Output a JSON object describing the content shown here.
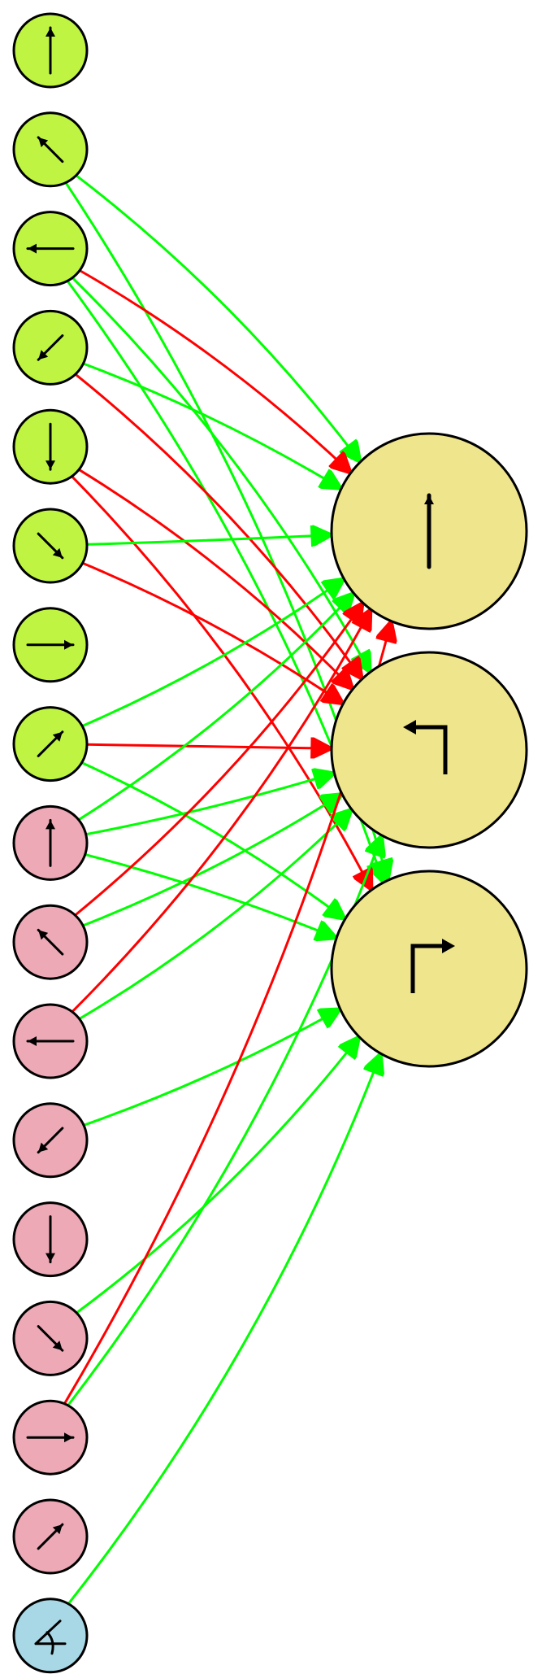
{
  "colors": {
    "background": "#ffffff",
    "green_input": "#bff542",
    "pink_input": "#eda9b6",
    "blue_input": "#a8d8e6",
    "output": "#efe58c",
    "edge_positive": "#00ff00",
    "edge_negative": "#ff0000",
    "outline": "#000000"
  },
  "inputs": [
    {
      "id": "g0",
      "group": "green",
      "icon": "arrow-up-icon"
    },
    {
      "id": "g1",
      "group": "green",
      "icon": "arrow-up-left-icon"
    },
    {
      "id": "g2",
      "group": "green",
      "icon": "arrow-left-icon"
    },
    {
      "id": "g3",
      "group": "green",
      "icon": "arrow-down-left-icon"
    },
    {
      "id": "g4",
      "group": "green",
      "icon": "arrow-down-icon"
    },
    {
      "id": "g5",
      "group": "green",
      "icon": "arrow-down-right-icon"
    },
    {
      "id": "g6",
      "group": "green",
      "icon": "arrow-right-icon"
    },
    {
      "id": "g7",
      "group": "green",
      "icon": "arrow-up-right-icon"
    },
    {
      "id": "p0",
      "group": "pink",
      "icon": "arrow-up-icon"
    },
    {
      "id": "p1",
      "group": "pink",
      "icon": "arrow-up-left-icon"
    },
    {
      "id": "p2",
      "group": "pink",
      "icon": "arrow-left-icon"
    },
    {
      "id": "p3",
      "group": "pink",
      "icon": "arrow-down-left-icon"
    },
    {
      "id": "p4",
      "group": "pink",
      "icon": "arrow-down-icon"
    },
    {
      "id": "p5",
      "group": "pink",
      "icon": "arrow-down-right-icon"
    },
    {
      "id": "p6",
      "group": "pink",
      "icon": "arrow-right-icon"
    },
    {
      "id": "p7",
      "group": "pink",
      "icon": "arrow-up-right-icon"
    },
    {
      "id": "b0",
      "group": "blue",
      "icon": "angle-icon"
    }
  ],
  "outputs": [
    {
      "id": "o0",
      "icon": "straight-up-icon"
    },
    {
      "id": "o1",
      "icon": "turn-left-icon"
    },
    {
      "id": "o2",
      "icon": "turn-right-icon"
    }
  ],
  "edges": [
    {
      "from": "g1",
      "to": "o0",
      "sign": "positive"
    },
    {
      "from": "g1",
      "to": "o2",
      "sign": "positive"
    },
    {
      "from": "g2",
      "to": "o0",
      "sign": "negative"
    },
    {
      "from": "g2",
      "to": "o1",
      "sign": "positive"
    },
    {
      "from": "g2",
      "to": "o2",
      "sign": "positive"
    },
    {
      "from": "g3",
      "to": "o0",
      "sign": "positive"
    },
    {
      "from": "g3",
      "to": "o1",
      "sign": "negative"
    },
    {
      "from": "g4",
      "to": "o1",
      "sign": "negative"
    },
    {
      "from": "g4",
      "to": "o2",
      "sign": "negative"
    },
    {
      "from": "g5",
      "to": "o0",
      "sign": "positive"
    },
    {
      "from": "g5",
      "to": "o1",
      "sign": "negative"
    },
    {
      "from": "g7",
      "to": "o0",
      "sign": "positive"
    },
    {
      "from": "g7",
      "to": "o1",
      "sign": "negative"
    },
    {
      "from": "g7",
      "to": "o2",
      "sign": "positive"
    },
    {
      "from": "p0",
      "to": "o0",
      "sign": "positive"
    },
    {
      "from": "p0",
      "to": "o1",
      "sign": "positive"
    },
    {
      "from": "p0",
      "to": "o2",
      "sign": "positive"
    },
    {
      "from": "p1",
      "to": "o0",
      "sign": "negative"
    },
    {
      "from": "p1",
      "to": "o1",
      "sign": "positive"
    },
    {
      "from": "p2",
      "to": "o0",
      "sign": "negative"
    },
    {
      "from": "p2",
      "to": "o1",
      "sign": "positive"
    },
    {
      "from": "p3",
      "to": "o2",
      "sign": "positive"
    },
    {
      "from": "p5",
      "to": "o2",
      "sign": "positive"
    },
    {
      "from": "p6",
      "to": "o0",
      "sign": "negative"
    },
    {
      "from": "p6",
      "to": "o1",
      "sign": "positive"
    },
    {
      "from": "b0",
      "to": "o2",
      "sign": "positive"
    }
  ]
}
